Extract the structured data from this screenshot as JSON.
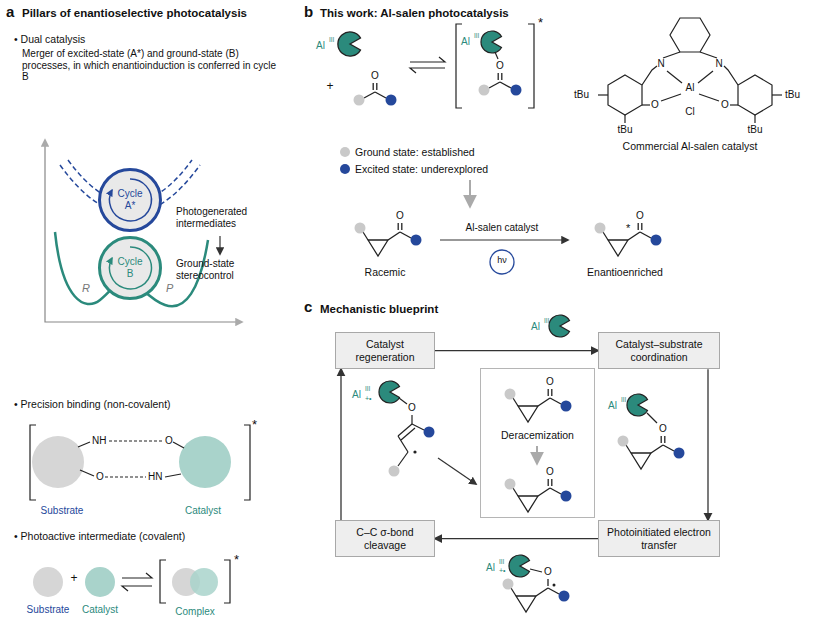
{
  "diagram": {
    "nodes": [
      {
        "text": [
          "Cycle A*"
        ]
      },
      {
        "text": [
          "Cycle B"
        ]
      },
      {
        "text": [
          "Catalyst regeneration"
        ]
      },
      {
        "text": [
          "Catalyst–substrate coordination"
        ]
      },
      {
        "text": [
          "Deracemization"
        ]
      },
      {
        "text": [
          "C–C σ-bond cleavage"
        ]
      },
      {
        "text": [
          "Photoinitiated electron transfer"
        ]
      }
    ],
    "edges": [
      {
        "from": 2,
        "to": 3,
        "arrow": "to"
      },
      {
        "from": 3,
        "to": 6,
        "arrow": "to"
      },
      {
        "from": 6,
        "to": 5,
        "arrow": "to"
      },
      {
        "from": 5,
        "to": 2,
        "arrow": "to"
      }
    ],
    "labels": [
      "a",
      "Pillars of enantioselective photocatalysis",
      "• Dual catalysis",
      "Merger of excited-state (A*) and ground-state (B) processes, in which enantioinduction is conferred in cycle B",
      "Photogenerated intermediates",
      "Ground-state stereocontrol",
      "R",
      "P",
      "• Precision binding (non-covalent)",
      "NH",
      "O",
      "O",
      "HN",
      "*",
      "Substrate",
      "Catalyst",
      "• Photoactive intermediate (covalent)",
      "+",
      "*",
      "Substrate",
      "Catalyst",
      "Complex",
      "b",
      "This work: Al-salen photocatalysis",
      "Al",
      "III",
      "+",
      "Al",
      "III",
      "O",
      "*",
      "N",
      "N",
      "Al",
      "O",
      "O",
      "Cl",
      "tBu",
      "tBu",
      "tBu",
      "tBu",
      "Commercial Al-salen catalyst",
      "Racemic",
      "Al-salen catalyst",
      "hν",
      "Enantioenriched",
      "*",
      "c",
      "Mechanistic blueprint",
      "Al",
      "III",
      "Al",
      "III",
      "O",
      "Al",
      "III",
      "+•",
      "O",
      "Al",
      "III",
      "+•",
      "O",
      "O",
      "O",
      "O",
      "O",
      "O"
    ],
    "legend": [
      {
        "text": "Ground state: established",
        "color": "#c9c9c9"
      },
      {
        "text": "Excited state: underexplored",
        "color": "#25489b"
      }
    ]
  }
}
